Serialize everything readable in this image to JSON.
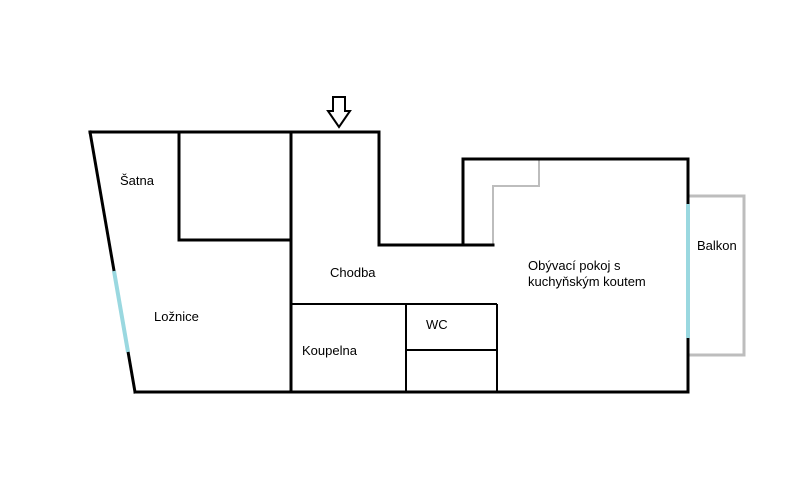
{
  "colors": {
    "wall": "#000000",
    "window": "#9ad8e0",
    "balcony": "#bdbdbd",
    "background": "#ffffff"
  },
  "icons": {
    "entrance": "arrow-down-icon"
  },
  "rooms": {
    "satna": "Šatna",
    "loznice": "Ložnice",
    "chodba": "Chodba",
    "obyvaci_line1": "Obývací pokoj s",
    "obyvaci_line2": "kuchyňským koutem",
    "balkon": "Balkon",
    "wc": "WC",
    "koupelna": "Koupelna"
  }
}
